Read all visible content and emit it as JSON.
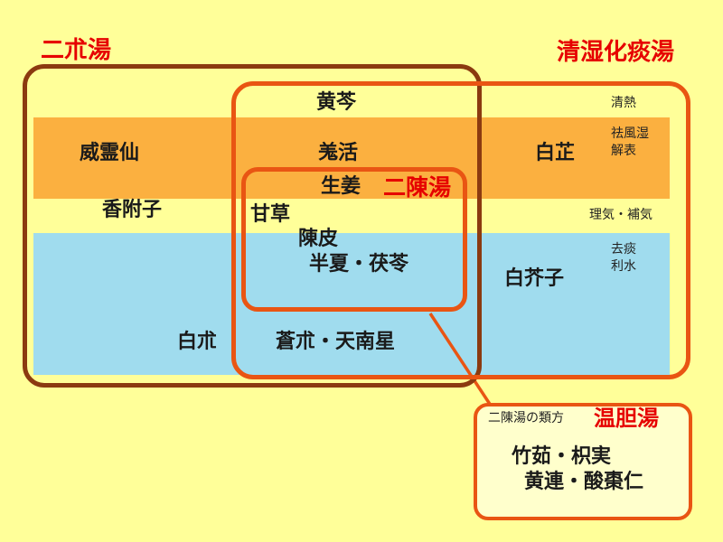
{
  "diagram": {
    "title_left": "二朮湯",
    "title_right": "清湿化痰湯",
    "inner_label": "二陳湯",
    "herbs": {
      "ogon": "黄芩",
      "ireisen": "威霊仙",
      "kyokatsu": "羗活",
      "byakushi": "白芷",
      "shokyo": "生姜",
      "kobushi": "香附子",
      "kanzo": "甘草",
      "chinpi": "陳皮",
      "hange_bukuryo": "半夏・茯苓",
      "hakugaishi": "白芥子",
      "byakujutsu": "白朮",
      "sojutsu_tennansho": "蒼朮・天南星"
    },
    "categories": {
      "seinetsu": "清熱",
      "kyofushitsu": "祛風湿",
      "gehyo": "解表",
      "rikihoki": "理気・補気",
      "kyotan": "去痰",
      "risui": "利水"
    },
    "callout": {
      "note": "二陳湯の類方",
      "title": "温胆湯",
      "herbs_line1": "竹茹・枳実",
      "herbs_line2": "黄連・酸棗仁"
    },
    "colors": {
      "background": "#FFFF99",
      "band_orange": "#FBB040",
      "band_blue": "#A0DCEE",
      "outline_brown": "#8B3A10",
      "outline_orange": "#E95513",
      "text_red": "#E60000",
      "callout_fill": "#FFFFCC"
    }
  }
}
